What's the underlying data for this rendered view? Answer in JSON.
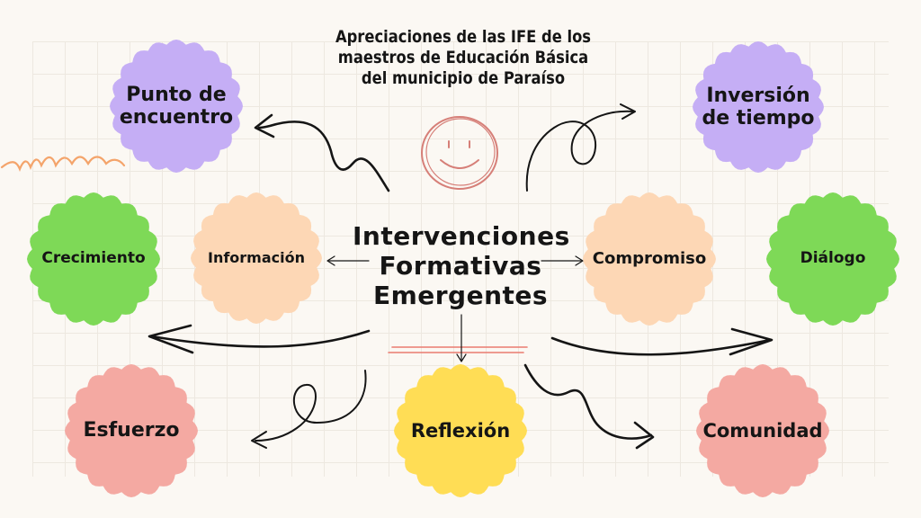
{
  "title": {
    "line1": "Apreciaciones de las IFE de los",
    "line2": "maestros de Educación Básica",
    "line3": "del municipio de Paraíso"
  },
  "center": {
    "line1": "Intervenciones",
    "line2": "Formativas",
    "line3": "Emergentes"
  },
  "nodes": {
    "punto": "Punto de encuentro",
    "inversion": "Inversión de tiempo",
    "crecimiento": "Crecimiento",
    "informacion": "Información",
    "compromiso": "Compromiso",
    "dialogo": "Diálogo",
    "esfuerzo": "Esfuerzo",
    "reflexion": "Reflexión",
    "comunidad": "Comunidad"
  },
  "colors": {
    "purple": "#c5aef5",
    "green": "#7ed957",
    "peach": "#fdd7b5",
    "pink": "#f4a9a2",
    "yellow": "#ffdd55",
    "orange_wave": "#f4a46b",
    "smiley": "#d67f78",
    "red_lines": "#e97a70",
    "ink": "#151515"
  }
}
